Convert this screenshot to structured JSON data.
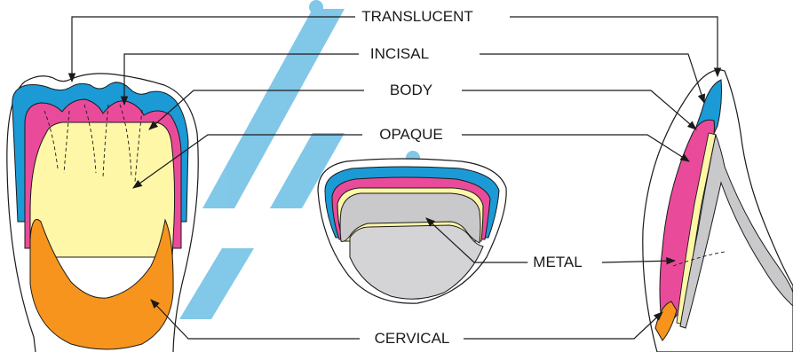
{
  "labels": {
    "translucent": "TRANSLUCENT",
    "incisal": "INCISAL",
    "body": "BODY",
    "opaque": "OPAQUE",
    "metal": "METAL",
    "cervical": "CERVICAL"
  },
  "colors": {
    "translucent_layer": "#1b9ad6",
    "body_layer": "#e94b9a",
    "opaque_layer": "#fff7a8",
    "cervical_layer": "#f7941d",
    "metal_layer": "#c9c9cb",
    "outline": "#1a1a1a",
    "watermark": "#1b9ad6"
  }
}
